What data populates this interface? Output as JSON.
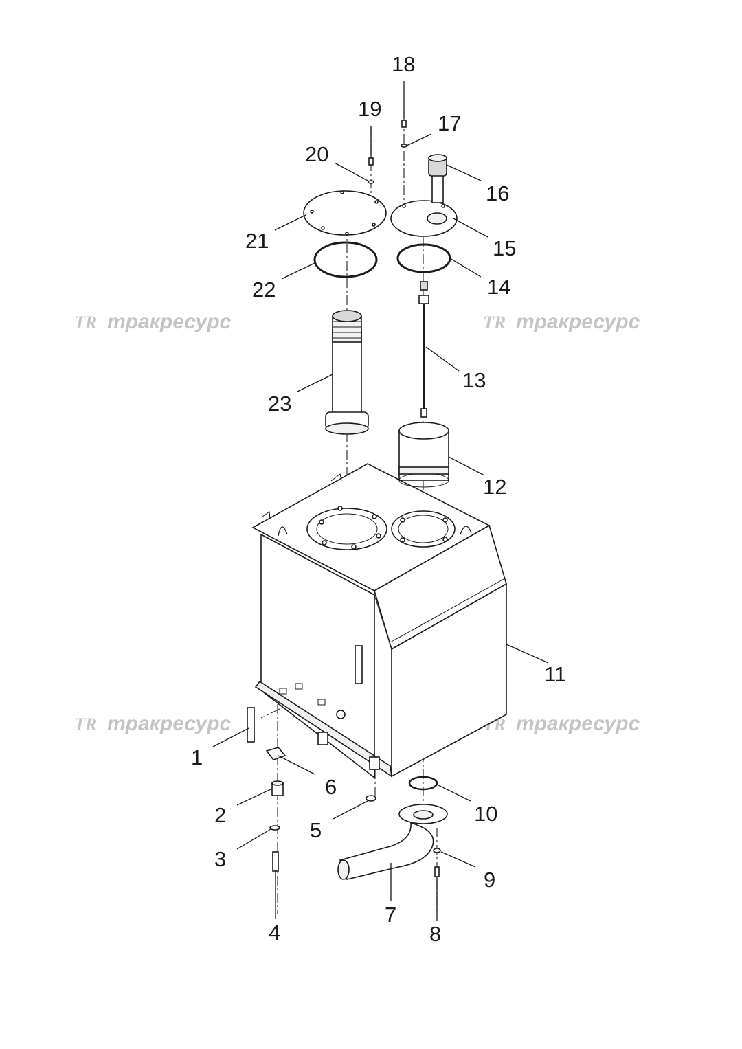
{
  "watermark": {
    "logo": "TR",
    "text": "тракресурс",
    "color": "#c4c4c4"
  },
  "callouts": [
    "1",
    "2",
    "3",
    "4",
    "5",
    "6",
    "7",
    "8",
    "9",
    "10",
    "11",
    "12",
    "13",
    "14",
    "15",
    "16",
    "17",
    "18",
    "19",
    "20",
    "21",
    "22",
    "23"
  ]
}
